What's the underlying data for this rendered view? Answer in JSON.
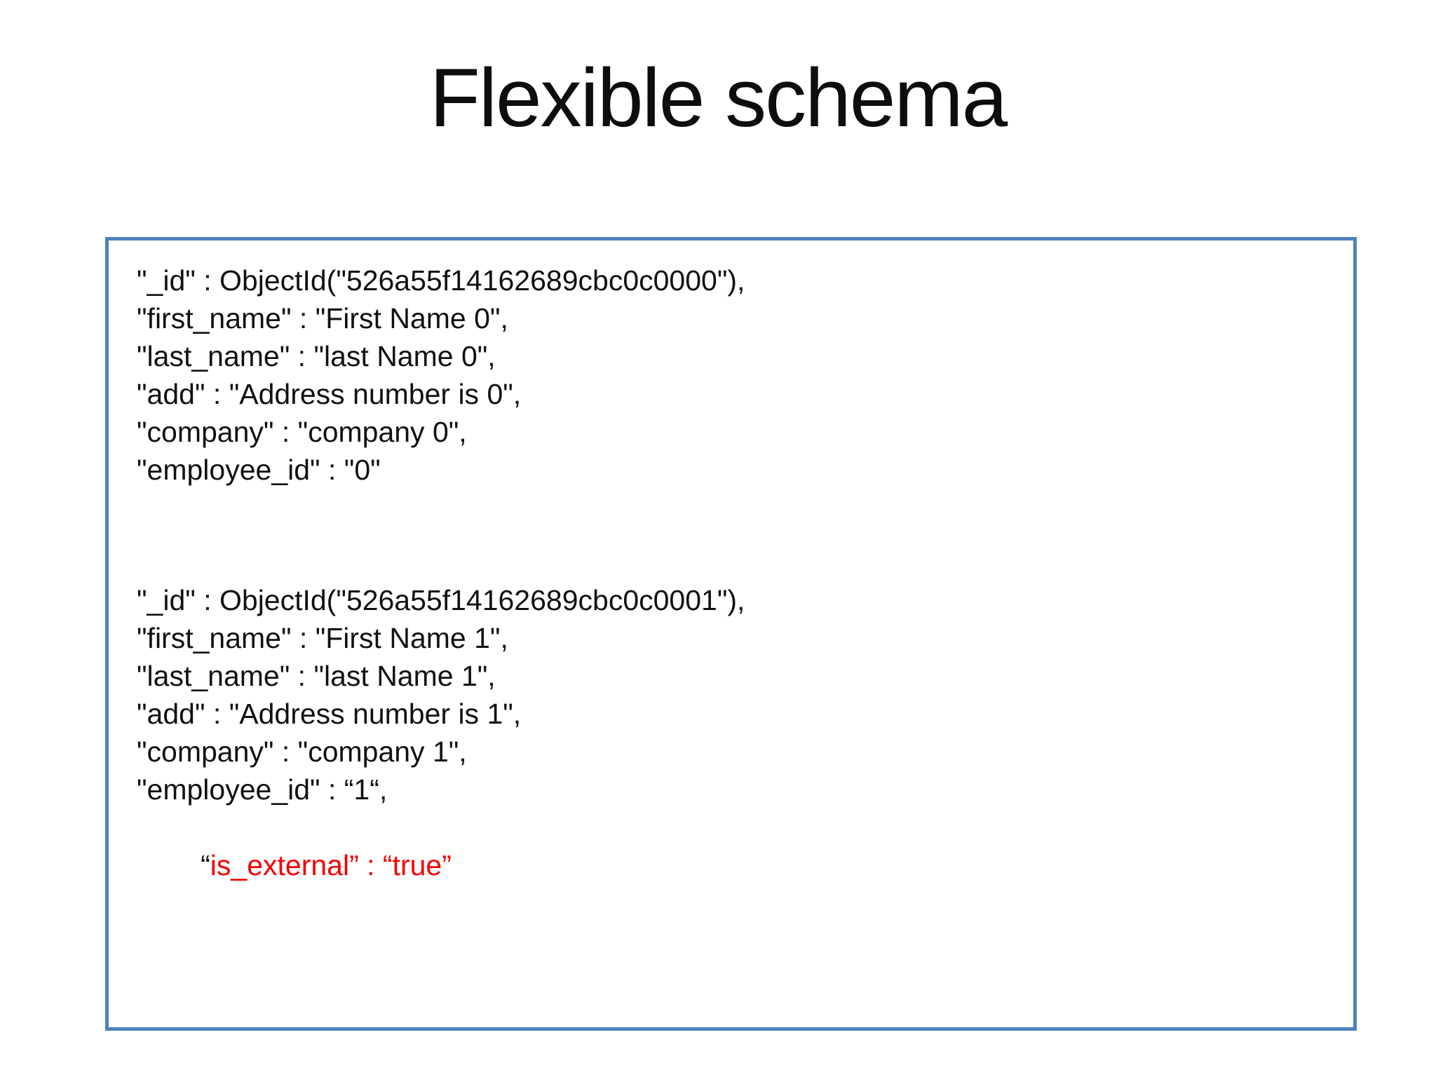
{
  "title": "Flexible schema",
  "colors": {
    "border": "#4f81bd",
    "text": "#111111",
    "highlight": "#f40000"
  },
  "documents": [
    {
      "lines": [
        "\"_id\" : ObjectId(\"526a55f14162689cbc0c0000\"),",
        "\"first_name\" : \"First Name 0\",",
        "\"last_name\" : \"last Name 0\",",
        "\"add\" : \"Address number is 0\",",
        "\"company\" : \"company 0\",",
        "\"employee_id\" : \"0\""
      ]
    },
    {
      "lines": [
        "\"_id\" : ObjectId(\"526a55f14162689cbc0c0001\"),",
        "\"first_name\" : \"First Name 1\",",
        "\"last_name\" : \"last Name 1\",",
        "\"add\" : \"Address number is 1\",",
        "\"company\" : \"company 1\",",
        "\"employee_id\" : “1“,"
      ],
      "highlight": {
        "prefix": "“",
        "text": "is_external” : “true”"
      }
    }
  ]
}
